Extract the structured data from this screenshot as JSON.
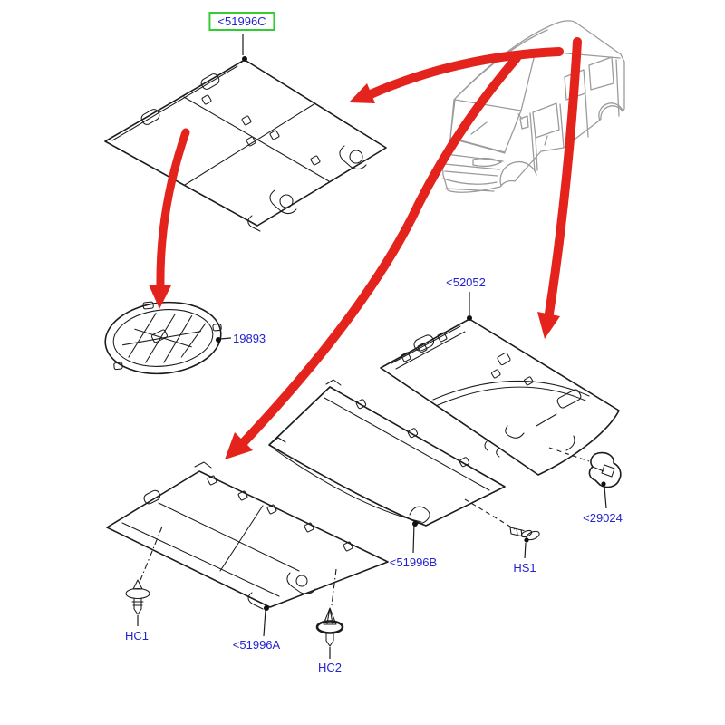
{
  "diagram": {
    "type": "vehicle-parts-exploded-view",
    "labels": {
      "part_51996c": "<51996C",
      "part_19893": "19893",
      "part_52052": "<52052",
      "part_51996b": "<51996B",
      "part_29024": "<29024",
      "part_hs1": "HS1",
      "part_hc1": "HC1",
      "part_51996a": "<51996A",
      "part_hc2": "HC2"
    },
    "highlighted_part": "<51996C"
  },
  "colors": {
    "label_text": "#2323CE",
    "highlight_box": "#33CC33",
    "arrow_red": "#E3231C",
    "part_line": "#1c1c1c",
    "van_line": "#9b9b9b",
    "background": "#ffffff"
  }
}
